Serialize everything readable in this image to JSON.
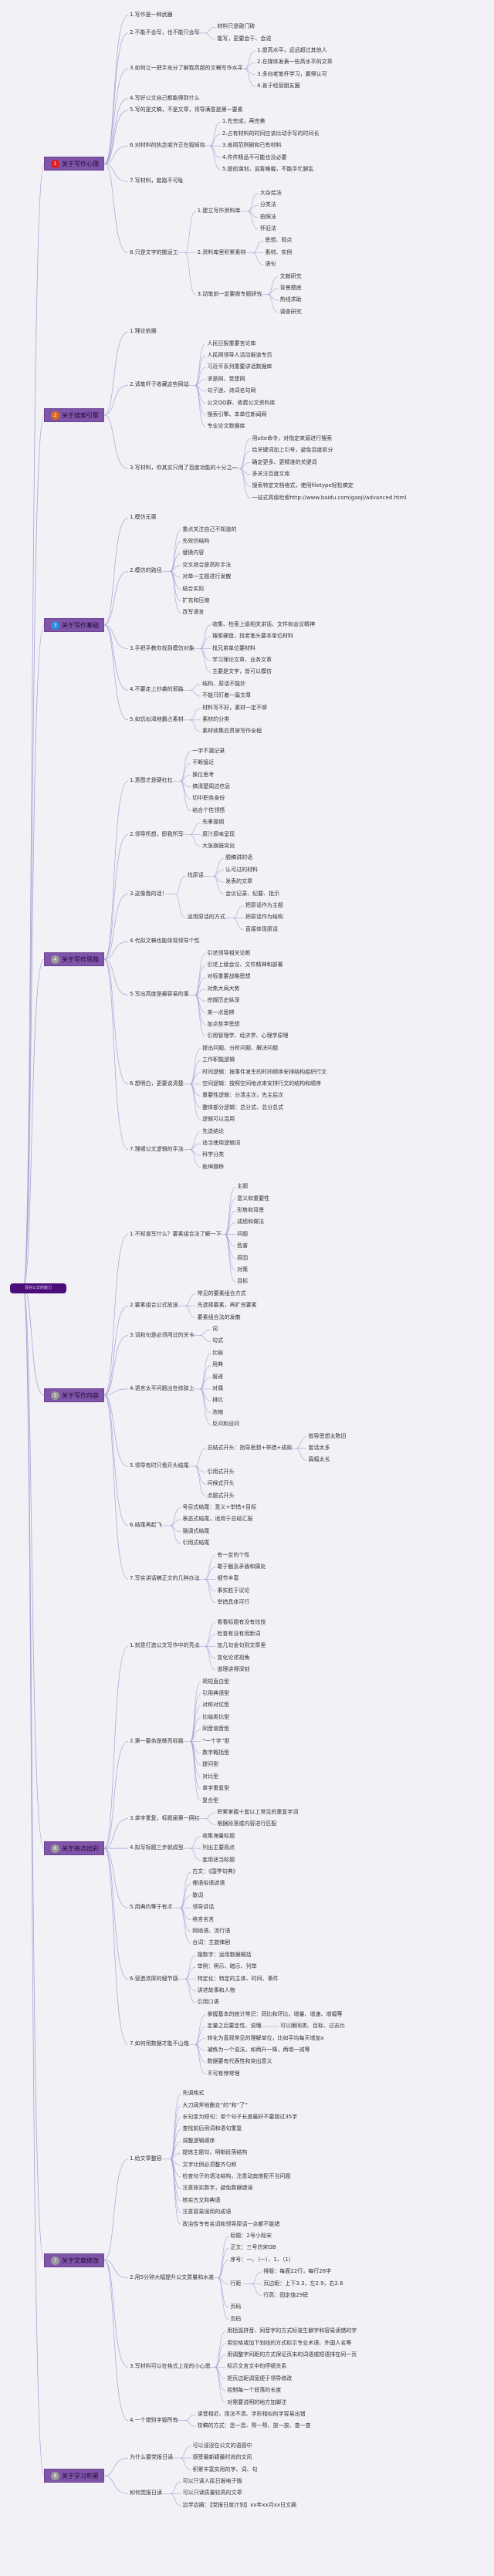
{
  "root": {
    "label": "写好公文的能力"
  },
  "colors": {
    "topic_bg": "#8054a8",
    "root_bg": "#4a0d7a",
    "line": "#a9a3d6",
    "background": "#f2f1f6"
  },
  "topics": [
    {
      "label": "关于写作心理",
      "badge": "1",
      "badge_color": "#e02020",
      "children": [
        {
          "label": "1.写作是一种武器"
        },
        {
          "label": "2.不能不会写，也不能只会写",
          "children": [
            {
              "label": "材料只是敲门砖"
            },
            {
              "label": "能写，更要会干、会说"
            }
          ]
        },
        {
          "label": "3.如何让一把手充分了解我高超的文稿写作水平",
          "children": [
            {
              "label": "1.提高水平，远远超过其他人"
            },
            {
              "label": "2.在媒体发表一些高水平的文章"
            },
            {
              "label": "3.多向老笔杆学习，赢得认可"
            },
            {
              "label": "4.善于经营朋友圈"
            }
          ]
        },
        {
          "label": "4.写好公文自己都能得到什么"
        },
        {
          "label": "5.写的是文稿，不是文章，领导满意是第一要素"
        },
        {
          "label": "6.对材料的执念或许正在毁掉你",
          "children": [
            {
              "label": "1.先完成，再完美"
            },
            {
              "label": "2.占有材料的时间应该比动手写的时间长"
            },
            {
              "label": "3.善用范例剧和已有材料"
            },
            {
              "label": "4.件件精品不可能也没必要"
            },
            {
              "label": "5.提前谋划，运筹帷幄，不能手忙脚乱"
            }
          ]
        },
        {
          "label": "7.写材料，套路不可耻"
        },
        {
          "label": "8.只是文字的搬运工",
          "children": [
            {
              "label": "1.建立写作资料库",
              "children": [
                {
                  "label": "大杂烩法"
                },
                {
                  "label": "分类法"
                },
                {
                  "label": "拍照法"
                },
                {
                  "label": "怀旧法"
                }
              ]
            },
            {
              "label": "2.资料库里积累素材",
              "children": [
                {
                  "label": "思想、观点"
                },
                {
                  "label": "素材、实例"
                },
                {
                  "label": "语句"
                }
              ]
            },
            {
              "label": "3.动笔前一定要做专题研究",
              "children": [
                {
                  "label": "文献研究"
                },
                {
                  "label": "背景摸底"
                },
                {
                  "label": "热线求助"
                },
                {
                  "label": "调查研究"
                }
              ]
            }
          ]
        }
      ]
    },
    {
      "label": "关于搜索引擎",
      "badge": "2",
      "badge_color": "#e06a1c",
      "children": [
        {
          "label": "1.理论依据"
        },
        {
          "label": "2.请笔杆子收藏这些网站",
          "children": [
            {
              "label": "人民日报重要言论库"
            },
            {
              "label": "人民网领导人活动报道专页"
            },
            {
              "label": "习近平系列重要讲话数据库"
            },
            {
              "label": "求是网、党建网"
            },
            {
              "label": "句子迷、诗词名句网"
            },
            {
              "label": "公文QQ群、收费公文资料库"
            },
            {
              "label": "搜索引擎、本单位新闻网"
            },
            {
              "label": "专业论文数据库"
            }
          ]
        },
        {
          "label": "3.写材料，你其实只用了百度功能的十分之一",
          "children": [
            {
              "label": "用site命令，对指定来源进行搜索"
            },
            {
              "label": "给关键词加上引号，避免百度拆分"
            },
            {
              "label": "确定更多、更精准的关键词"
            },
            {
              "label": "多关注百度文库"
            },
            {
              "label": "搜索特定文档格式，使用filetype轻松搞定"
            },
            {
              "label": "一站式高级检索http://www.baidu.com/gaoji/advanced.html"
            }
          ]
        }
      ]
    },
    {
      "label": "关于写作基础",
      "badge": "3",
      "badge_color": "#2a8fe0",
      "children": [
        {
          "label": "1.模仿无罪"
        },
        {
          "label": "2.模仿的路径",
          "children": [
            {
              "label": "重点关注自己不知道的"
            },
            {
              "label": "先效仿结构"
            },
            {
              "label": "替换内容"
            },
            {
              "label": "交叉综合是高阶手法"
            },
            {
              "label": "对单一主题进行发散"
            },
            {
              "label": "结合实际"
            },
            {
              "label": "扩充和压缩"
            },
            {
              "label": "改写语言"
            }
          ]
        },
        {
          "label": "3.手把手教你找到模仿对象",
          "children": [
            {
              "label": "收集、检索上级相关讲话、文件和会议精神"
            },
            {
              "label": "搜索硬盘，找老笔头要本单位材料"
            },
            {
              "label": "找兄弟单位要材料"
            },
            {
              "label": "学习理论文章、业务文章"
            },
            {
              "label": "主要是文字，皆可以模仿"
            }
          ]
        },
        {
          "label": "4.不要走上抄袭的邪路",
          "children": [
            {
              "label": "结构、原话不能抄"
            },
            {
              "label": "不能只盯着一篇文章"
            }
          ]
        },
        {
          "label": "5.如饥似渴地霸占素材",
          "children": [
            {
              "label": "材料写不好，素材一定不够"
            },
            {
              "label": "素材的分类"
            },
            {
              "label": "素材收集应贯穿写作全程"
            }
          ]
        }
      ]
    },
    {
      "label": "关于写作思路",
      "badge": "4",
      "badge_color": "#9a9a9a",
      "children": [
        {
          "label": "1.意图才是硬杠杠",
          "children": [
            {
              "label": "一字不漏记录"
            },
            {
              "label": "不断接近"
            },
            {
              "label": "换位思考"
            },
            {
              "label": "搞清楚周边信息"
            },
            {
              "label": "切中职务身份"
            },
            {
              "label": "结合个性领悟"
            }
          ]
        },
        {
          "label": "2.领导所想，即我所写",
          "children": [
            {
              "label": "先拿提纲"
            },
            {
              "label": "原汁原味呈现"
            },
            {
              "label": "大张旗鼓突出"
            }
          ]
        },
        {
          "label": "3.这像我的话！",
          "children": [
            {
              "label": "找原话",
              "children": [
                {
                  "label": "脱稿讲的话"
                },
                {
                  "label": "认可过的材料"
                },
                {
                  "label": "发表的文章"
                },
                {
                  "label": "会议记录、纪要、批示"
                }
              ]
            },
            {
              "label": "运用原话的方式",
              "children": [
                {
                  "label": "把原话作为主题"
                },
                {
                  "label": "把原话作为结构"
                },
                {
                  "label": "直接体现原话"
                }
              ]
            }
          ]
        },
        {
          "label": "4.代拟文稿也能体现领导个性"
        },
        {
          "label": "5.写出高度是最容易的事",
          "children": [
            {
              "label": "引述领导相关论断"
            },
            {
              "label": "引述上级会议、文件精神和部署"
            },
            {
              "label": "对标重要战略思想"
            },
            {
              "label": "对焦大局大势"
            },
            {
              "label": "挖掘历史纵深"
            },
            {
              "label": "来一点思辨"
            },
            {
              "label": "加点哲学思想"
            },
            {
              "label": "引用管理学、经济学、心理学原理"
            }
          ]
        },
        {
          "label": "6.想明白，更要说清楚",
          "children": [
            {
              "label": "提出问题、分析问题、解决问题"
            },
            {
              "label": "工作职能逻辑"
            },
            {
              "label": "时间逻辑：按事件发生的时间顺序安排结构组织行文"
            },
            {
              "label": "空间逻辑：按照空间地点来安排行文的结构和顺序"
            },
            {
              "label": "重要性逻辑：分清主次，先主后次"
            },
            {
              "label": "整体部分逻辑：总分式、总分总式"
            },
            {
              "label": "逻辑可以混用"
            }
          ]
        },
        {
          "label": "7.理顺公文逻辑的手法",
          "children": [
            {
              "label": "先说结论"
            },
            {
              "label": "适当使用逻辑词"
            },
            {
              "label": "科学分类"
            },
            {
              "label": "乾坤挪移"
            }
          ]
        }
      ]
    },
    {
      "label": "关于写作内容",
      "badge": "5",
      "badge_color": "#9a9a9a",
      "children": [
        {
          "label": "1.不知道写什么？要素组合法了解一下",
          "children": [
            {
              "label": "主题"
            },
            {
              "label": "意义和重要性"
            },
            {
              "label": "形势和背景"
            },
            {
              "label": "成绩和做法"
            },
            {
              "label": "问题"
            },
            {
              "label": "危害"
            },
            {
              "label": "原因"
            },
            {
              "label": "对策"
            },
            {
              "label": "目标"
            }
          ]
        },
        {
          "label": "2.要素组合公式放送",
          "children": [
            {
              "label": "常见的要素组合方式"
            },
            {
              "label": "先选择要素，再扩充要素"
            },
            {
              "label": "要素组合法的发散"
            }
          ]
        },
        {
          "label": "3.词和句是必须闯过的关卡",
          "children": [
            {
              "label": "词"
            },
            {
              "label": "句式"
            }
          ]
        },
        {
          "label": "4.语言太平问题出在修辞上",
          "children": [
            {
              "label": "比喻"
            },
            {
              "label": "用典"
            },
            {
              "label": "层递"
            },
            {
              "label": "对偶"
            },
            {
              "label": "排比"
            },
            {
              "label": "浓缩"
            },
            {
              "label": "反问和设问"
            }
          ]
        },
        {
          "label": "5.领导有时只看开头结尾",
          "children": [
            {
              "label": "总结式开头：指导思想+举措+成效",
              "children": [
                {
                  "label": "指导思想太陈旧"
                },
                {
                  "label": "套话太多"
                },
                {
                  "label": "篇幅太长"
                }
              ]
            },
            {
              "label": "引用式开头"
            },
            {
              "label": "问候式开头"
            },
            {
              "label": "点题式开头"
            }
          ]
        },
        {
          "label": "6.结尾再起飞",
          "children": [
            {
              "label": "号召式结尾：意义+举措+目标"
            },
            {
              "label": "表态式结尾，适用于总结汇报"
            },
            {
              "label": "强调式结尾"
            },
            {
              "label": "引用式结尾"
            }
          ]
        },
        {
          "label": "7.写实讲话稿正文的几种办法",
          "children": [
            {
              "label": "有一定的个性"
            },
            {
              "label": "敢于触及矛盾和痛处"
            },
            {
              "label": "细节丰富"
            },
            {
              "label": "事实胜于议论"
            },
            {
              "label": "举措具体可行"
            }
          ]
        }
      ]
    },
    {
      "label": "关于亮点出彩",
      "badge": "6",
      "badge_color": "#9a9a9a",
      "children": [
        {
          "label": "1.刻意打造公文写作中的亮点",
          "children": [
            {
              "label": "看看标题有没有炫技"
            },
            {
              "label": "检查有没有用新词"
            },
            {
              "label": "加几句金句到文章里"
            },
            {
              "label": "变化论述视角"
            },
            {
              "label": "道理讲得深刻"
            }
          ]
        },
        {
          "label": "2.第一要务是做亮标题",
          "children": [
            {
              "label": "简短直白型"
            },
            {
              "label": "引用典语型"
            },
            {
              "label": "对称对仗型"
            },
            {
              "label": "比喻类比型"
            },
            {
              "label": "同音谐音型"
            },
            {
              "label": "“一个字”型"
            },
            {
              "label": "数字概括型"
            },
            {
              "label": "提问型"
            },
            {
              "label": "对比型"
            },
            {
              "label": "单字重复型"
            },
            {
              "label": "复合型"
            }
          ]
        },
        {
          "label": "3.单字重复，标题届第一网红",
          "children": [
            {
              "label": "积累掌握十套以上常见的重复字词"
            },
            {
              "label": "根据段落或内容进行匹配"
            }
          ]
        },
        {
          "label": "4.拟写标题三步就成型",
          "children": [
            {
              "label": "收集海量标题"
            },
            {
              "label": "列出主要观点"
            },
            {
              "label": "套用适当标题"
            }
          ]
        },
        {
          "label": "5.用典约等于有才",
          "children": [
            {
              "label": "古文：《国学句典》"
            },
            {
              "label": "俚语俗语谚语"
            },
            {
              "label": "歌词"
            },
            {
              "label": "领导讲话"
            },
            {
              "label": "格言名言"
            },
            {
              "label": "网络语、流行语"
            },
            {
              "label": "台词：主旋律剧"
            }
          ]
        },
        {
          "label": "6.营造浓厚的细节感",
          "children": [
            {
              "label": "摆数字：运用数据概括"
            },
            {
              "label": "举例：明示、暗示、列举"
            },
            {
              "label": "特定化：特定的主体、时间、事件"
            },
            {
              "label": "讲述故事和人物"
            },
            {
              "label": "引用口语"
            }
          ]
        },
        {
          "label": "7.如何用数据才能不山炮",
          "children": [
            {
              "label": "掌握基本的统计常识：同比和环比，增量、增速、增幅等"
            },
            {
              "label": "定量之后要定性、说理",
              "children": [
                {
                  "label": "可以跟同类、目标、过去比"
                }
              ]
            },
            {
              "label": "转化为直观常见的理解单位，比如平均每天增加x"
            },
            {
              "label": "凝练为一个说法，如两升一降，两增一减等"
            },
            {
              "label": "数据要有代表性和突出意义"
            },
            {
              "label": "不可有悖常理"
            }
          ]
        }
      ]
    },
    {
      "label": "关于文章修改",
      "badge": "7",
      "badge_color": "#9a9a9a",
      "children": [
        {
          "label": "1.给文章整容",
          "children": [
            {
              "label": "先调格式"
            },
            {
              "label": "大刀阔斧地删去“的”和“了”"
            },
            {
              "label": "长句变为短句：单个句子长度最好不要超过35字"
            },
            {
              "label": "查找前后用词和语句重复"
            },
            {
              "label": "调整逻辑顺序"
            },
            {
              "label": "提炼主题句，明晰段落结构"
            },
            {
              "label": "文字比例必须整齐匀称"
            },
            {
              "label": "检查句子的语法结构，注意动宾搭配不当问题"
            },
            {
              "label": "注意核实数字，避免数据错误"
            },
            {
              "label": "核实古文和典语"
            },
            {
              "label": "注意容易误用的成语"
            },
            {
              "label": "政治性专有名词和领导原话一点都不能错"
            }
          ]
        },
        {
          "label": "2.用5分钟大幅提升公文质量和水准",
          "children": [
            {
              "label": "标题：2号小标宋"
            },
            {
              "label": "正文：三号仿宋GB"
            },
            {
              "label": "序号：一、（一）、1、（1）"
            },
            {
              "label": "行距",
              "children": [
                {
                  "label": "排版：每面22行，每行28字"
                },
                {
                  "label": "页边距：上下3.3，左2.9，右2.6"
                },
                {
                  "label": "行高：固定值29磅"
                }
              ]
            },
            {
              "label": "页码"
            },
            {
              "label": "页码"
            }
          ]
        },
        {
          "label": "3.写材料可以在格式上花的小心思",
          "children": [
            {
              "label": "用括弧拼音、同音字的方式标准生僻字和容易读错的字"
            },
            {
              "label": "用空格或加下划线的方式标示专业术语、外国人名等"
            },
            {
              "label": "用调整字间距的方式保证页末的词语或短语排在同一页"
            },
            {
              "label": "标示文言文中的停顿关系"
            },
            {
              "label": "把页边距调宽便于领导修改"
            },
            {
              "label": "控制每一个段落的长度"
            },
            {
              "label": "对需要说明的地方加脚注"
            }
          ]
        },
        {
          "label": "4.一个错别字毁所有",
          "children": [
            {
              "label": "读音相近、用法不清、字形相似的字容易出错"
            },
            {
              "label": "校稿的方式：念一念、帮一帮、放一放、查一查"
            }
          ]
        }
      ]
    },
    {
      "label": "关于学习积累",
      "badge": "8",
      "badge_color": "#9a9a9a",
      "children": [
        {
          "label": "为什么要党报日读",
          "children": [
            {
              "label": "可以浸淫在公文的语感中"
            },
            {
              "label": "感受最新颖最时尚的文风"
            },
            {
              "label": "积累丰富实用的字、词、句"
            }
          ]
        },
        {
          "label": "如何党报日读",
          "children": [
            {
              "label": "可以只读人民日报电子版"
            },
            {
              "label": "可以只读质量较高的文章"
            },
            {
              "label": "边学边摘：【党报日度计划】xx年xx月xx日文摘"
            }
          ]
        }
      ]
    }
  ]
}
